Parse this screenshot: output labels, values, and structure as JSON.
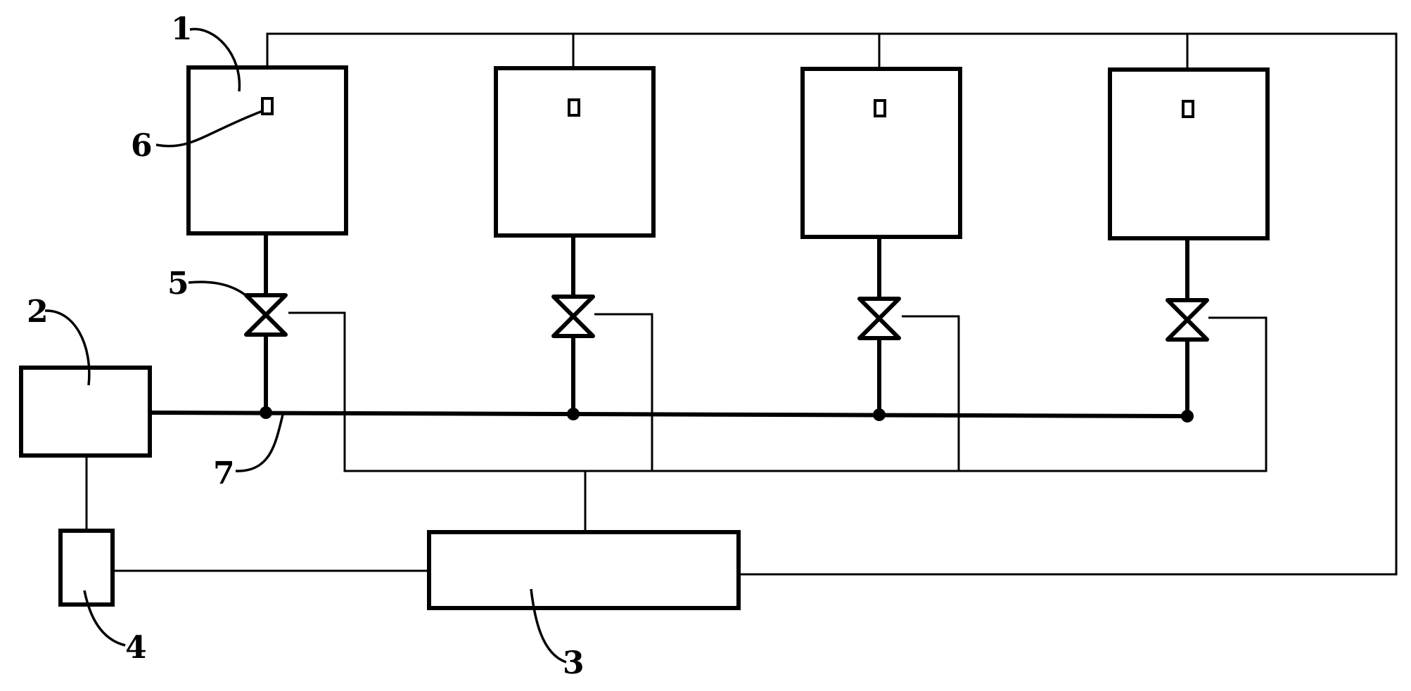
{
  "labels": {
    "tank": "1",
    "pump": "2",
    "controller": "3",
    "motor": "4",
    "valve": "5",
    "sensor": "6",
    "pipe": "7"
  },
  "tank_count": 4,
  "colors": {
    "line": "#000000",
    "background": "#ffffff"
  }
}
